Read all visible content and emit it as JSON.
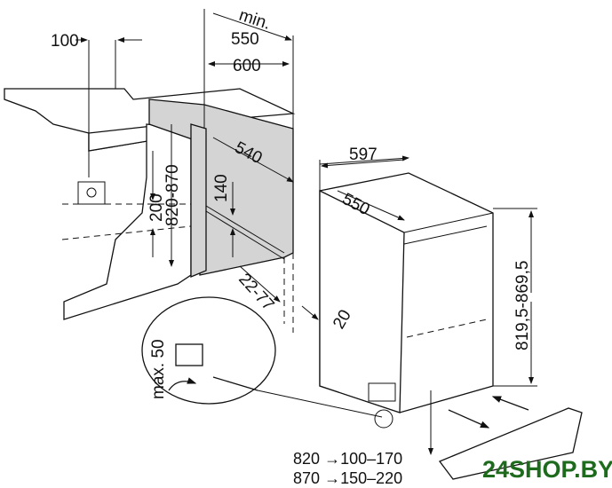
{
  "dimensions": {
    "min_label": "min.",
    "niche_depth_min": "550",
    "worktop_depth": "600",
    "offset_top": "100",
    "niche_inner_depth": "540",
    "vent_height": "200",
    "niche_height": "820-870",
    "plinth_gap": "140",
    "plinth_setback": "22-77",
    "appliance_width": "597",
    "appliance_depth": "550",
    "door_gap": "20",
    "appliance_height": "819,5-869,5",
    "foot_adjust": "max. 50"
  },
  "plinth_table": [
    {
      "niche": "820",
      "arrow": "→",
      "plinth": "100–170"
    },
    {
      "niche": "870",
      "arrow": "→",
      "plinth": "150–220"
    }
  ],
  "watermark": "24SHOP.BY",
  "colors": {
    "line": "#111111",
    "panel": "#d4d4d4",
    "watermark": "#1e6b1e"
  }
}
